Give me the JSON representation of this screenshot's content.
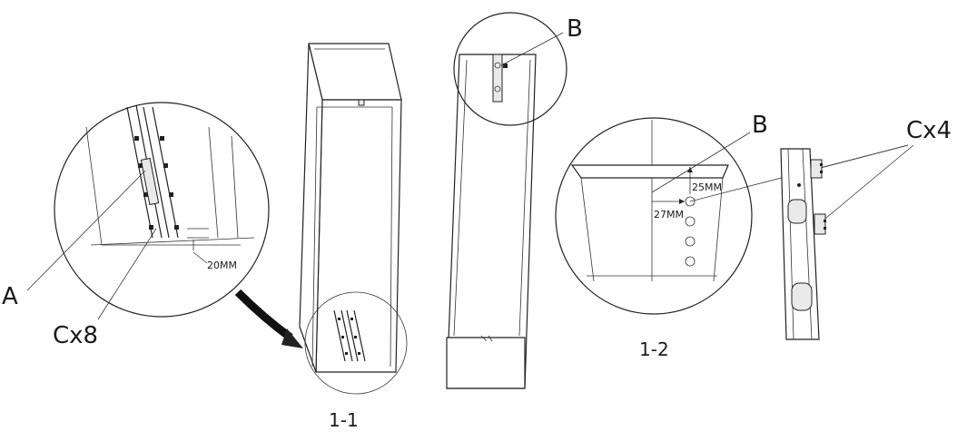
{
  "labels": {
    "a": "A",
    "cx8": "Cx8",
    "b_top": "B",
    "b_right": "B",
    "cx4": "Cx4",
    "dim_20": "20MM",
    "dim_25": "25MM",
    "dim_27": "27MM",
    "step_1_1": "1-1",
    "step_1_2": "1-2"
  }
}
